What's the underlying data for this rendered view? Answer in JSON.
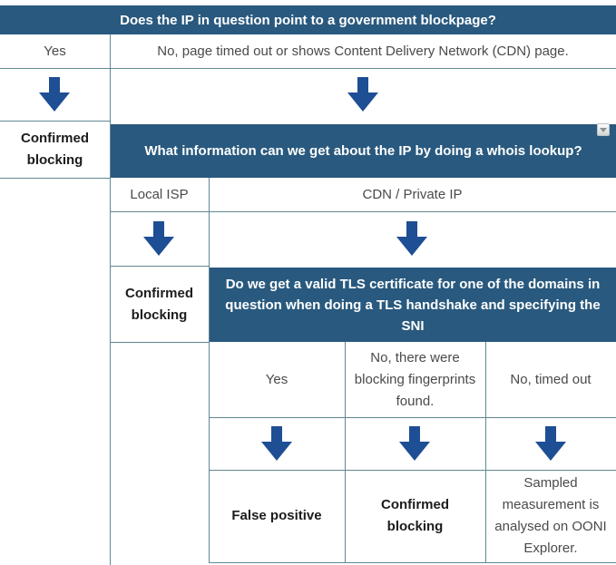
{
  "colors": {
    "question_header_bg": "#29597e",
    "question_header_text": "#ffffff",
    "arrow_blue": "#1e4e94",
    "table_border": "#5f8893",
    "body_text": "#4a4a4a",
    "result_text": "#1c1c1c"
  },
  "icons": {
    "whois_dropdown": "dropdown-arrow-icon",
    "flow_arrow": "down-arrow-icon"
  },
  "tree": {
    "q1": {
      "question": "Does the IP in question point to a government blockpage?",
      "yes": "Yes",
      "no": "No, page timed out or shows Content Delivery Network (CDN) page.",
      "yes_result": "Confirmed blocking"
    },
    "q2": {
      "question": "What information can we get about the IP by doing a whois lookup?",
      "local_isp": "Local ISP",
      "cdn_private": "CDN / Private IP",
      "local_isp_result": "Confirmed blocking"
    },
    "q3": {
      "question": "Do we get a valid TLS certificate for one of the domains in question when doing a TLS handshake and specifying the SNI",
      "yes": "Yes",
      "fingerprints": "No, there were blocking fingerprints found.",
      "timed_out": "No, timed out",
      "yes_result": "False positive",
      "fingerprints_result": "Confirmed blocking",
      "timed_out_result": "Sampled measurement is analysed on OONI Explorer."
    }
  }
}
